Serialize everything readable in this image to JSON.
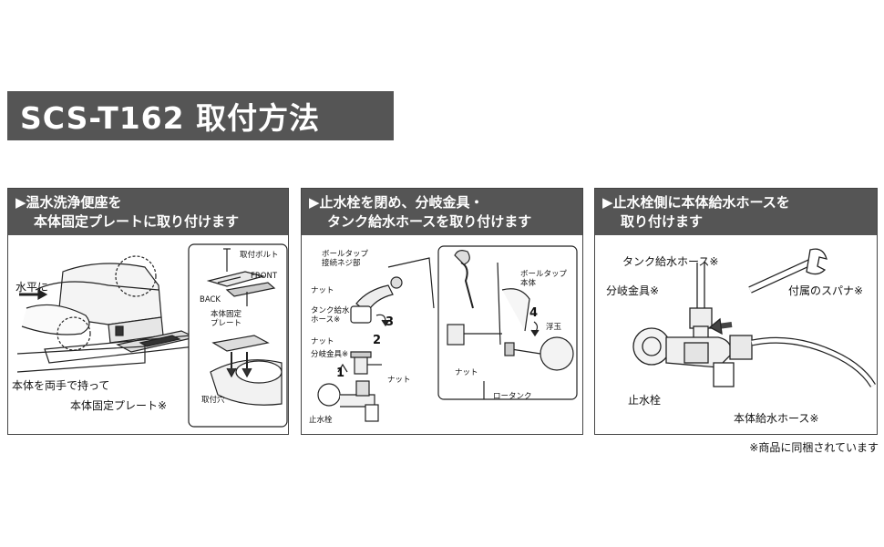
{
  "title": "SCS-T162 取付方法",
  "panels": [
    {
      "heading_line1": "▶温水洗浄便座を",
      "heading_line2": "本体固定プレートに取り付けます",
      "labels": {
        "level": "水平に",
        "hold": "本体を両手で持って",
        "plate": "本体固定プレート※",
        "bolt": "取付ボルト",
        "front": "FRONT",
        "back": "BACK",
        "plate_small": "本体固定\nプレート",
        "hole": "取付穴"
      }
    },
    {
      "heading_line1": "▶止水栓を閉め、分岐金具・",
      "heading_line2": "タンク給水ホースを取り付けます",
      "labels": {
        "ball_screw": "ボールタップ\n接続ネジ部",
        "nut1": "ナット",
        "tank_hose": "タンク給水\nホース※",
        "nut2": "ナット",
        "branch": "分岐金具※",
        "nut3": "ナット",
        "stop": "止水栓",
        "num1": "1",
        "num2": "2",
        "num3": "3",
        "num4": "4",
        "ballcock": "ボールタップ\n本体",
        "float": "浮玉",
        "nut4": "ナット",
        "low_tank": "ロータンク"
      }
    },
    {
      "heading_line1": "▶止水栓側に本体給水ホースを",
      "heading_line2": "取り付けます",
      "labels": {
        "tank_hose": "タンク給水ホース※",
        "branch": "分岐金具※",
        "spanner": "付属のスパナ※",
        "stop": "止水栓",
        "main_hose": "本体給水ホース※"
      }
    }
  ],
  "footnote": "※商品に同梱されています"
}
